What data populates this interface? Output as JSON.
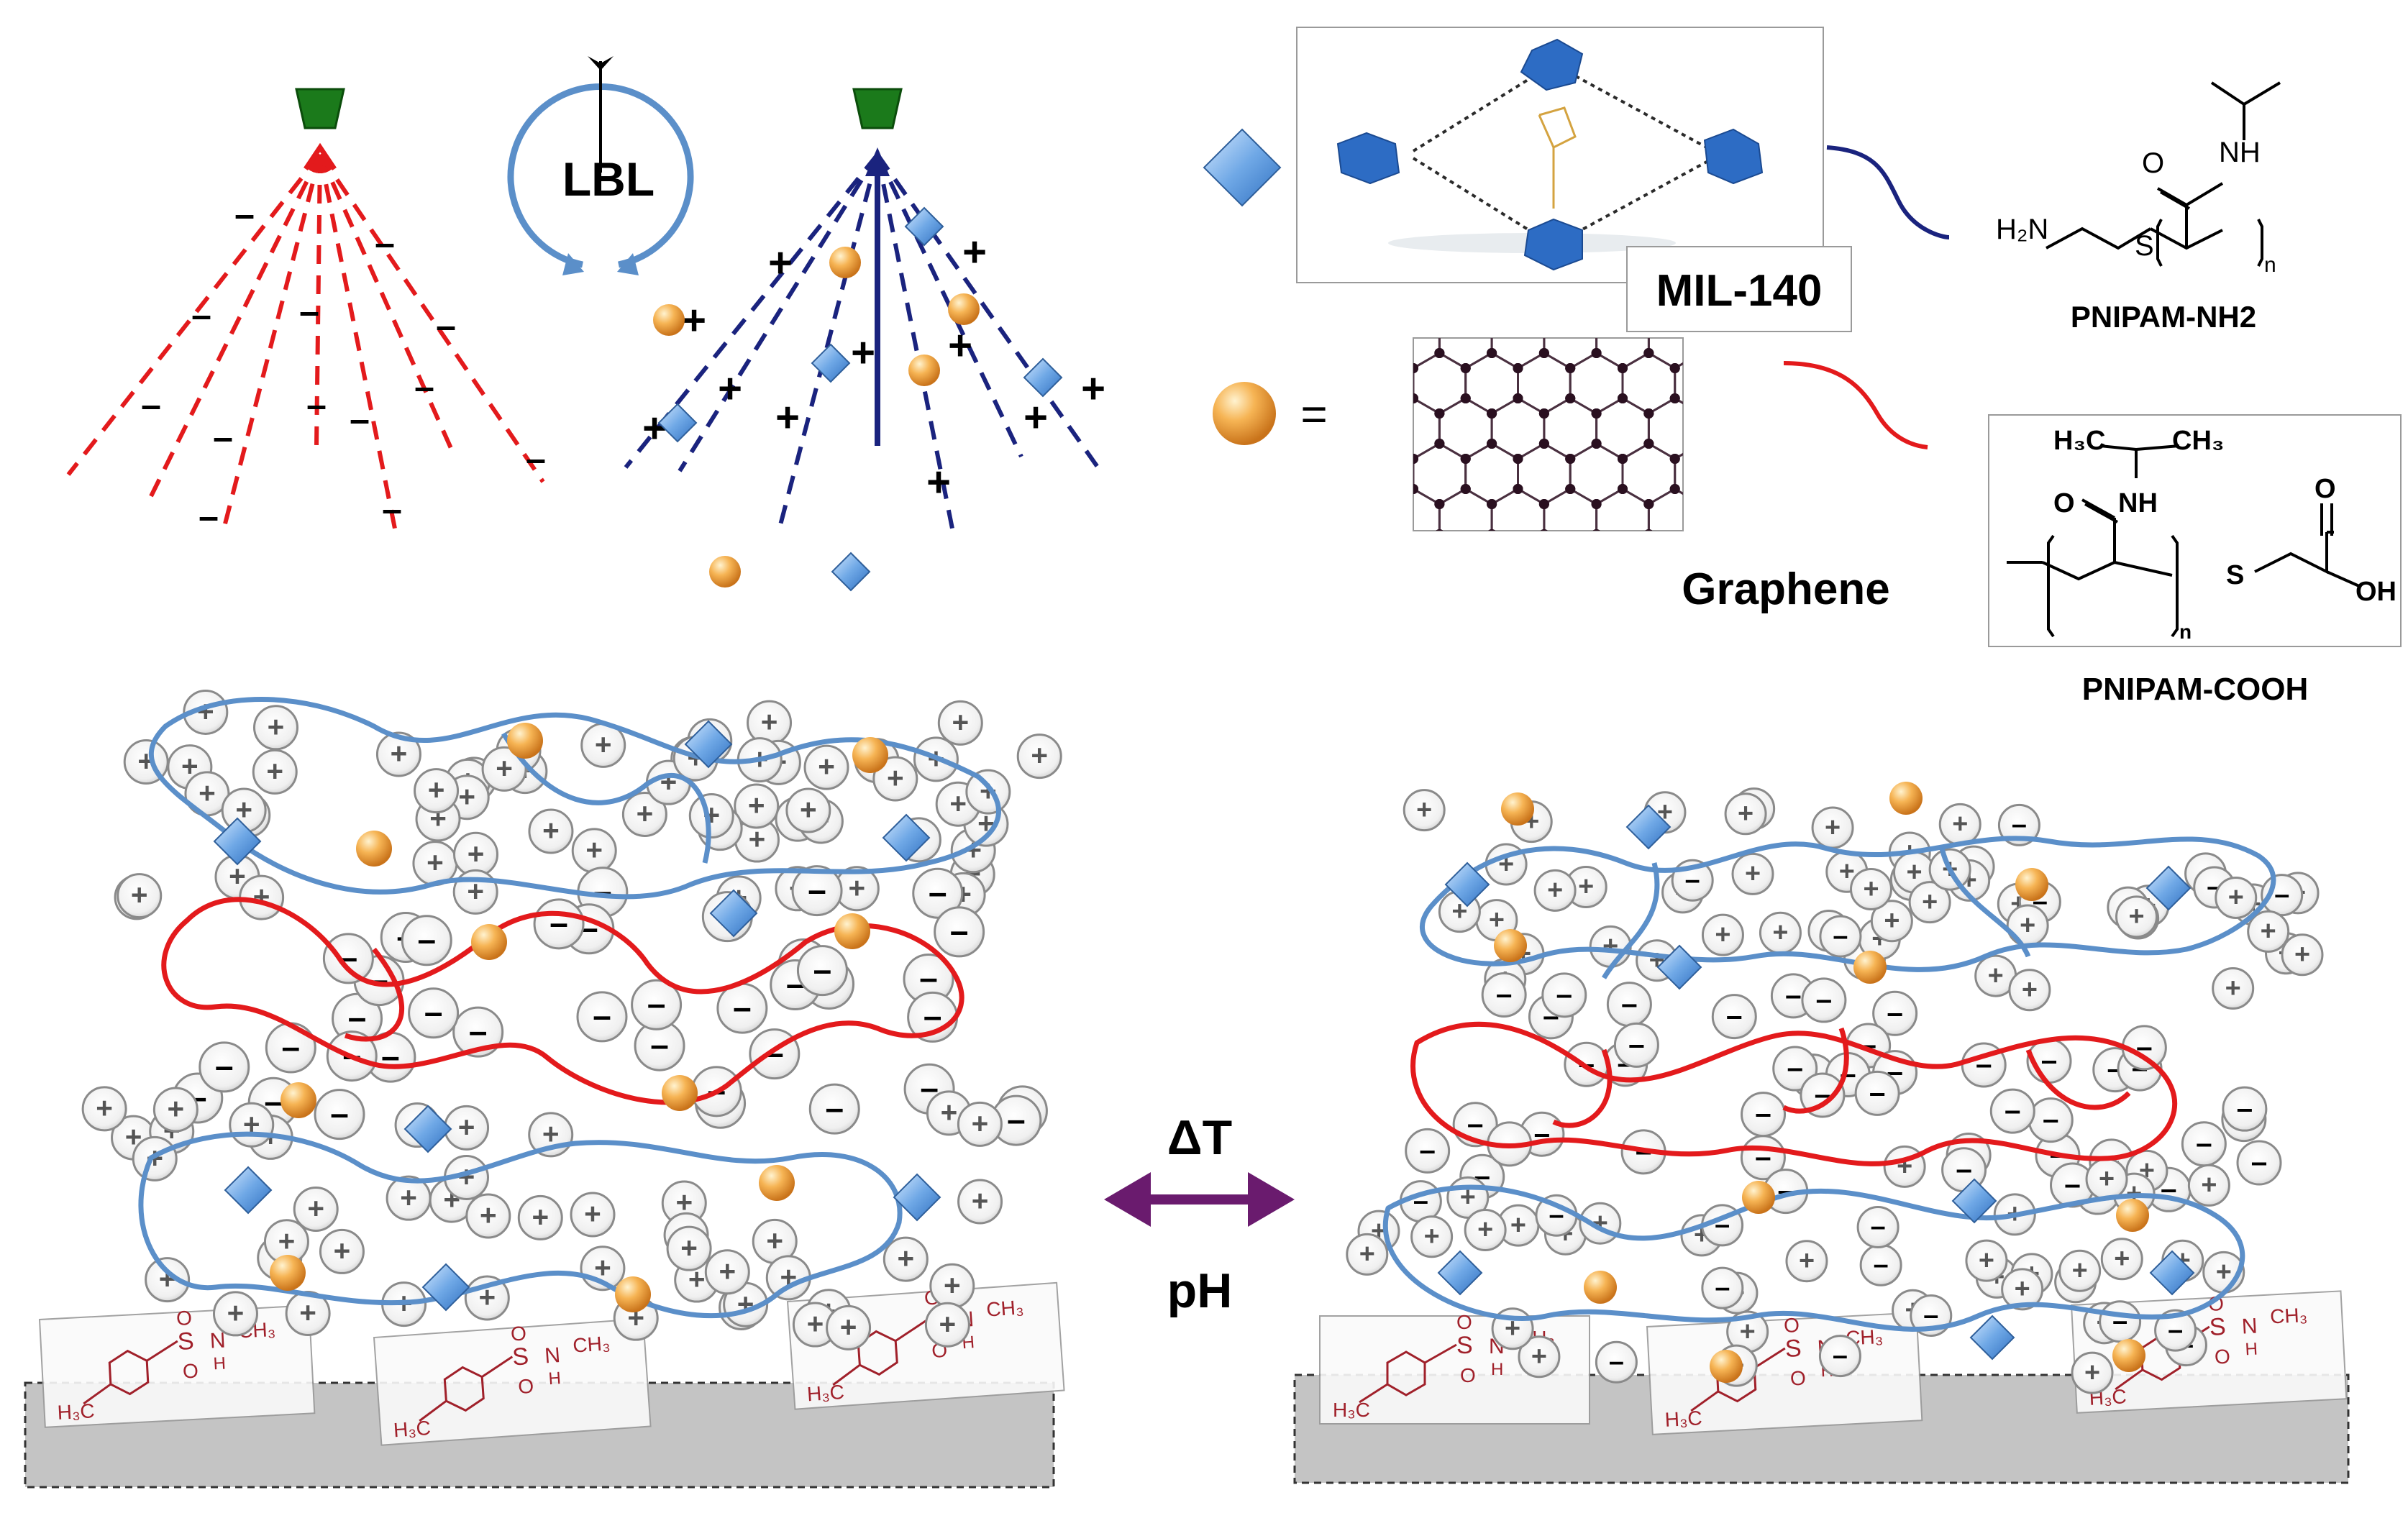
{
  "spray": {
    "lbl_label": "LBL"
  },
  "legend": {
    "equals_sign": "=",
    "mof_label": "MIL-140",
    "graphene_label": "Graphene",
    "pnipam_nh2_label": "PNIPAM-NH2",
    "pnipam_cooh_label": "PNIPAM-COOH",
    "nh2_struct": {
      "nh": "NH",
      "o": "O",
      "h2n": "H₂N",
      "s": "S",
      "n": "n"
    },
    "cooh_struct": {
      "h3c": "H₃C",
      "ch3": "CH₃",
      "o": "O",
      "nh": "NH",
      "s": "S",
      "oh": "OH",
      "n": "n"
    }
  },
  "charges": {
    "plus": "+",
    "minus": "–"
  },
  "switch": {
    "delta_t": "ΔT",
    "ph": "pH"
  },
  "substrate": {
    "h3c": "H₃C",
    "ch3": "CH₃",
    "s": "S",
    "n": "N",
    "h": "H",
    "o": "O"
  },
  "colors": {
    "red_polymer": "#e31a1c",
    "blue_polymer": "#5b8fc9",
    "dark_blue": "#1a237e",
    "green_nozzle": "#1b7a1b",
    "purple_arrow": "#6a1b6e",
    "substrate_gray": "#c4c4c4",
    "chem_red": "#a0202a",
    "mof_blue": "#2d6cc4",
    "orange_sphere": "#f0a23a"
  }
}
